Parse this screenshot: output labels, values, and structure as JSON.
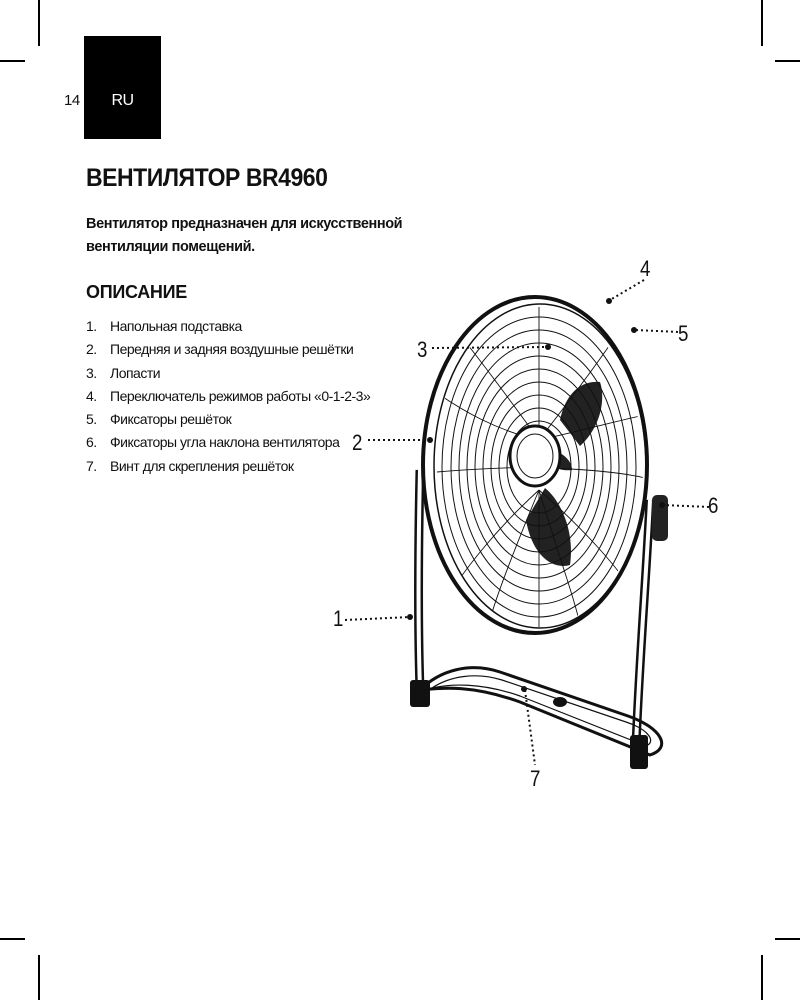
{
  "page": {
    "number": "14",
    "language": "RU"
  },
  "title": "ВЕНТИЛЯТОР BR4960",
  "intro": "Вентилятор предназначен для искусственной вен­тиляции помещений.",
  "description": {
    "heading": "ОПИСАНИЕ",
    "items": [
      {
        "num": "1.",
        "text": "Напольная подставка"
      },
      {
        "num": "2.",
        "text": "Передняя и задняя воздушные решётки"
      },
      {
        "num": "3.",
        "text": "Лопасти"
      },
      {
        "num": "4.",
        "text": "Переключатель режимов работы «0-1-2-3»"
      },
      {
        "num": "5.",
        "text": "Фиксаторы решёток"
      },
      {
        "num": "6.",
        "text": "Фиксаторы угла наклона вентилятора"
      },
      {
        "num": "7.",
        "text": "Винт для скрепления решёток"
      }
    ]
  },
  "figure": {
    "callouts": [
      "1",
      "2",
      "3",
      "4",
      "5",
      "6",
      "7"
    ]
  }
}
